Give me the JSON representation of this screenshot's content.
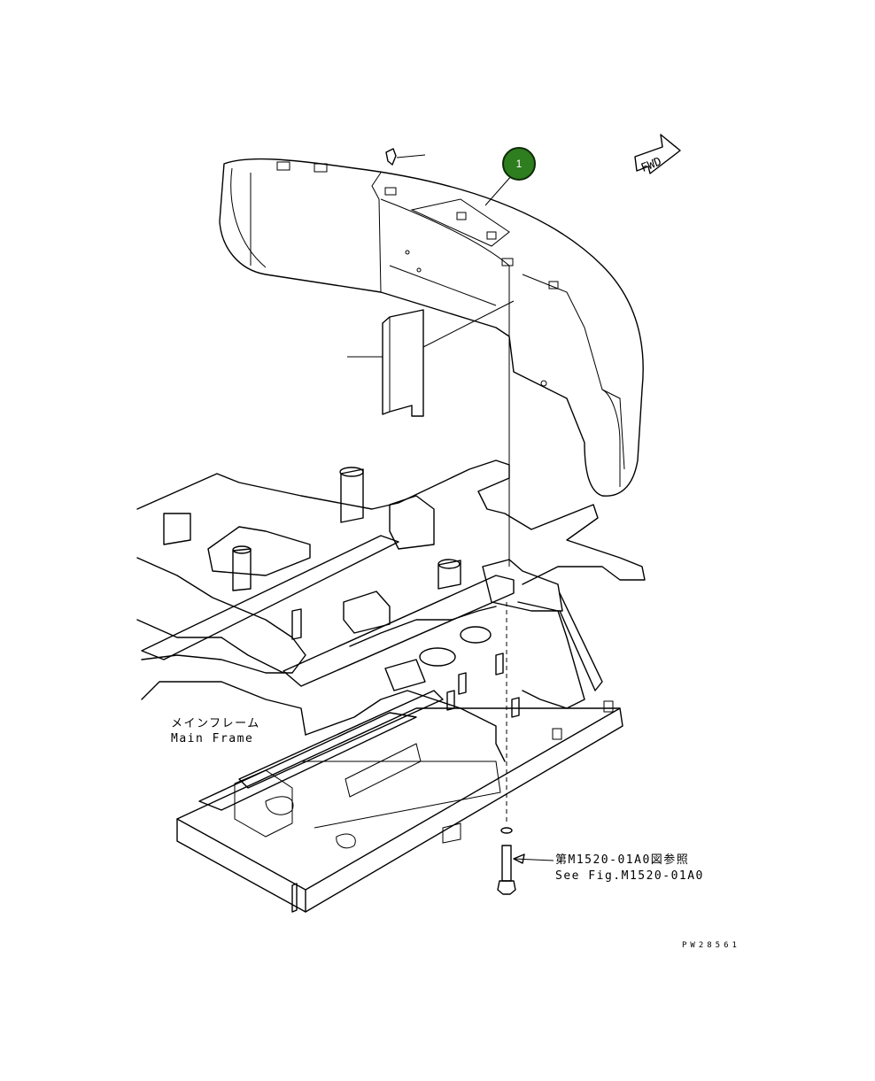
{
  "callout": {
    "number": "1",
    "color": "#2e7d1f"
  },
  "fwd_label": "FWD",
  "main_frame": {
    "label_jp": "メインフレーム",
    "label_en": "Main Frame"
  },
  "reference": {
    "text_jp": "第M1520-01A0図参照",
    "text_en": "See Fig.M1520-01A0"
  },
  "drawing_code": "PW28561"
}
